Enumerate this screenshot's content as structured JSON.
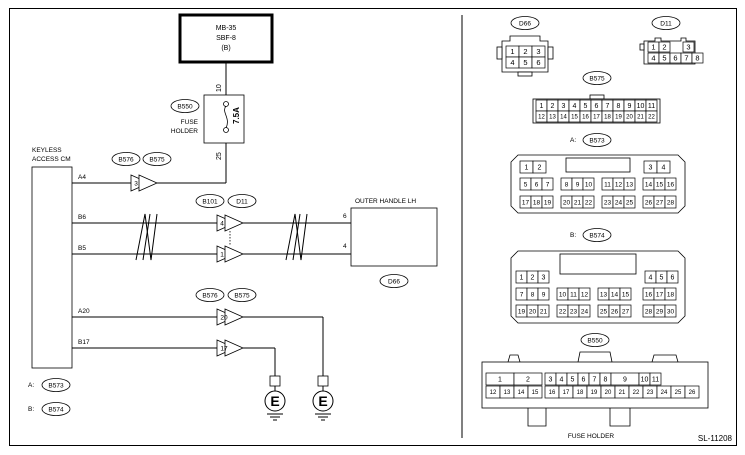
{
  "left": {
    "power": {
      "line1": "MB-35",
      "line2": "SBF-8",
      "line3": "(B)"
    },
    "fuse": {
      "badge": "B550",
      "label1": "FUSE",
      "label2": "HOLDER",
      "rating": "7.5A",
      "pin_top": "10",
      "pin_bottom": "25"
    },
    "cm": {
      "label1": "KEYLESS",
      "label2": "ACCESS CM"
    },
    "wires": [
      {
        "label": "A4",
        "connector": "3"
      },
      {
        "label": "B6",
        "connector": "4",
        "end_pin": "6"
      },
      {
        "label": "B5",
        "connector": "1",
        "end_pin": "4"
      },
      {
        "label": "A20",
        "connector": "20"
      },
      {
        "label": "B17",
        "connector": "17"
      }
    ],
    "connector_badges_top": [
      "B576",
      "B575"
    ],
    "connector_badges_mid": [
      "B101",
      "D11"
    ],
    "connector_badges_low": [
      "B576",
      "B575"
    ],
    "handle": {
      "label": "OUTER HANDLE LH",
      "badge": "D66"
    },
    "ground_symbol": "E",
    "legend": [
      {
        "prefix": "A:",
        "badge": "B573"
      },
      {
        "prefix": "B:",
        "badge": "B574"
      }
    ]
  },
  "right": {
    "d66": {
      "badge": "D66",
      "pins": [
        "1",
        "2",
        "3",
        "4",
        "5",
        "6"
      ]
    },
    "d11": {
      "badge": "D11",
      "pins": [
        "1",
        "2",
        "3",
        "4",
        "5",
        "6",
        "7",
        "8"
      ]
    },
    "b575": {
      "badge": "B575",
      "row1": [
        "1",
        "2",
        "3",
        "4",
        "5",
        "6",
        "7",
        "8",
        "9",
        "10",
        "11"
      ],
      "row2": [
        "12",
        "13",
        "14",
        "15",
        "16",
        "17",
        "18",
        "19",
        "20",
        "21",
        "22"
      ]
    },
    "b573": {
      "prefix": "A:",
      "badge": "B573",
      "r1a": [
        "1",
        "2"
      ],
      "r1b": [
        "3",
        "4"
      ],
      "r2": [
        [
          "5",
          "6",
          "7"
        ],
        [
          "8",
          "9",
          "10"
        ],
        [
          "11",
          "12",
          "13"
        ],
        [
          "14",
          "15",
          "16"
        ]
      ],
      "r3": [
        [
          "17",
          "18",
          "19"
        ],
        [
          "20",
          "21",
          "22"
        ],
        [
          "23",
          "24",
          "25"
        ],
        [
          "26",
          "27",
          "28"
        ]
      ]
    },
    "b574": {
      "prefix": "B:",
      "badge": "B574",
      "r1a": [
        "1",
        "2",
        "3"
      ],
      "r1b": [
        "4",
        "5",
        "6"
      ],
      "r2": [
        [
          "7",
          "8",
          "9"
        ],
        [
          "10",
          "11",
          "12"
        ],
        [
          "13",
          "14",
          "15"
        ],
        [
          "16",
          "17",
          "18"
        ]
      ],
      "r3": [
        [
          "19",
          "20",
          "21"
        ],
        [
          "22",
          "23",
          "24"
        ],
        [
          "25",
          "26",
          "27"
        ],
        [
          "28",
          "29",
          "30"
        ]
      ]
    },
    "b550": {
      "badge": "B550",
      "caption": "FUSE HOLDER",
      "top": [
        "1",
        "2",
        "3",
        "4",
        "5",
        "6",
        "7",
        "8",
        "9",
        "10",
        "11"
      ],
      "bottom": [
        "12",
        "13",
        "14",
        "15",
        "16",
        "17",
        "18",
        "19",
        "20",
        "21",
        "22",
        "23",
        "24",
        "25",
        "26"
      ]
    }
  },
  "code": "SL-11208"
}
